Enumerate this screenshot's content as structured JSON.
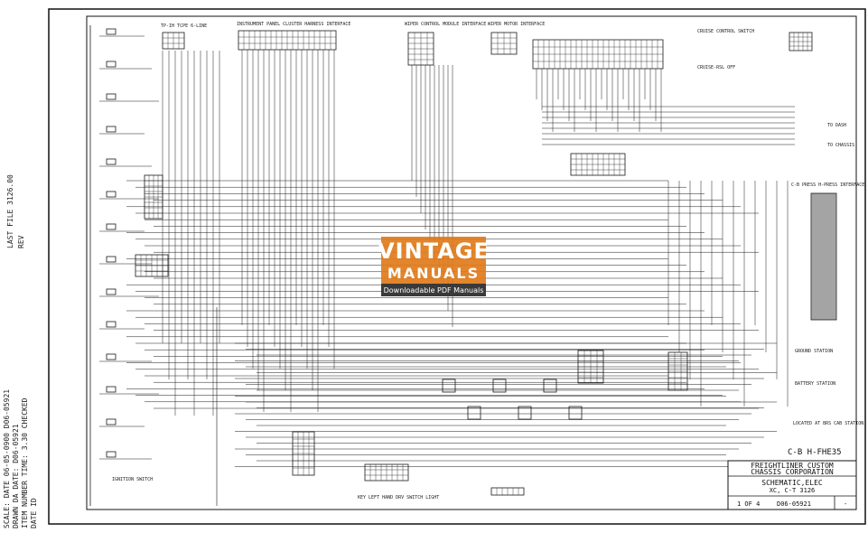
{
  "sections": {
    "tp_ih": "TP-IH TCPE 6-LINE",
    "instrument": "INSTRUMENT PANEL CLUSTER HARNESS INTERFACE",
    "wiper_module": "WIPER CONTROL MODULE INTERFACE",
    "wiper_motor": "WIPER MOTOR INTERFACE",
    "cruise_switch": "CRUISE CONTROL SWITCH",
    "cruise_pos": "CRUISE-RSL OFF",
    "ch_harness": "C-B PRESS H-PRESS INTERFACE",
    "ground_station": "GROUND STATION",
    "battery_station": "BATTERY STATION",
    "located_station": "LOCATED AT BRS CAB STATION",
    "ignition_switch": "IGNITION SWITCH",
    "key_switch": "KEY LEFT HAND DRV SWITCH LIGHT",
    "to_dash": "TO DASH",
    "to_chassis": "TO CHASSIS"
  },
  "connector_id": "C-B H-FHE35",
  "title_block": {
    "company_line1": "FREIGHTLINER CUSTOM",
    "company_line2": "CHASSIS CORPORATION",
    "drawing_title": "SCHEMATIC,ELEC",
    "drawing_sub": "XC, C-T 3126",
    "sheet": "1 OF 4",
    "drawing_number": "D06-05921",
    "rev": "-"
  },
  "left_margin": {
    "last_file": "LAST FILE 3126.00",
    "rev_line": "REV",
    "scale_line": "SCALE: DATE 06-05-0900 D06-05921",
    "drawn_line": "DRAWN DA DATE: D06-05921",
    "checked_line": "ITEM NUMBER TIME: 3.30 CHECKED",
    "id_line": "DATE ID"
  },
  "watermark": {
    "line1": "VINTAGE",
    "line2": "MANUALS",
    "line3": "Downloadable PDF Manuals"
  },
  "colors": {
    "ink": "#1a1a1a",
    "watermark_orange": "#e07b1a",
    "watermark_dark": "#3a3a3a"
  }
}
